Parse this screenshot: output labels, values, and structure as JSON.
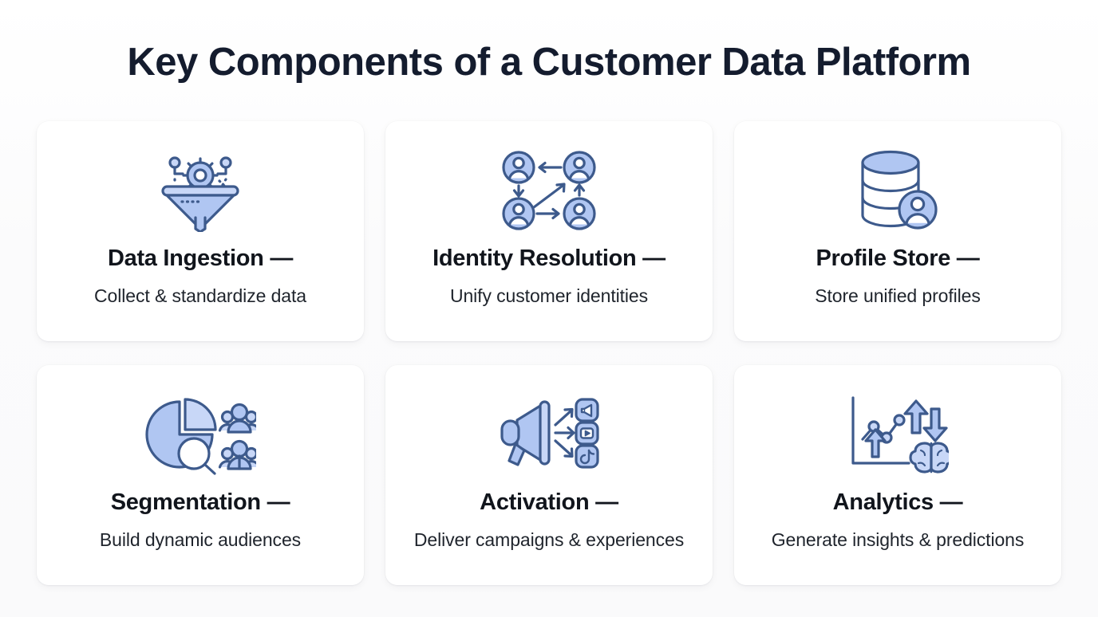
{
  "header": {
    "title": "Key Components of a Customer Data Platform"
  },
  "theme": {
    "page_background": "#fdfdfd",
    "card_background": "#ffffff",
    "title_color": "#141c2e",
    "card_title_color": "#11151c",
    "card_subtitle_color": "#1f242c",
    "icon_fill": "#b0c6f2",
    "icon_fill_light": "#c8d7f7",
    "icon_stroke": "#3d5a8c"
  },
  "cards": [
    {
      "id": "data-ingestion",
      "icon": "funnel-gear-icon",
      "title": "Data Ingestion —",
      "subtitle": "Collect & standardize data"
    },
    {
      "id": "identity-resolution",
      "icon": "identity-network-icon",
      "title": "Identity Resolution —",
      "subtitle": "Unify customer identities"
    },
    {
      "id": "profile-store",
      "icon": "database-user-icon",
      "title": "Profile Store —",
      "subtitle": "Store unified profiles"
    },
    {
      "id": "segmentation",
      "icon": "pie-chart-people-icon",
      "title": "Segmentation —",
      "subtitle": "Build dynamic audiences"
    },
    {
      "id": "activation",
      "icon": "megaphone-channels-icon",
      "title": "Activation —",
      "subtitle": "Deliver campaigns & experiences"
    },
    {
      "id": "analytics",
      "icon": "chart-brain-icon",
      "title": "Analytics —",
      "subtitle": "Generate insights & predictions"
    }
  ]
}
